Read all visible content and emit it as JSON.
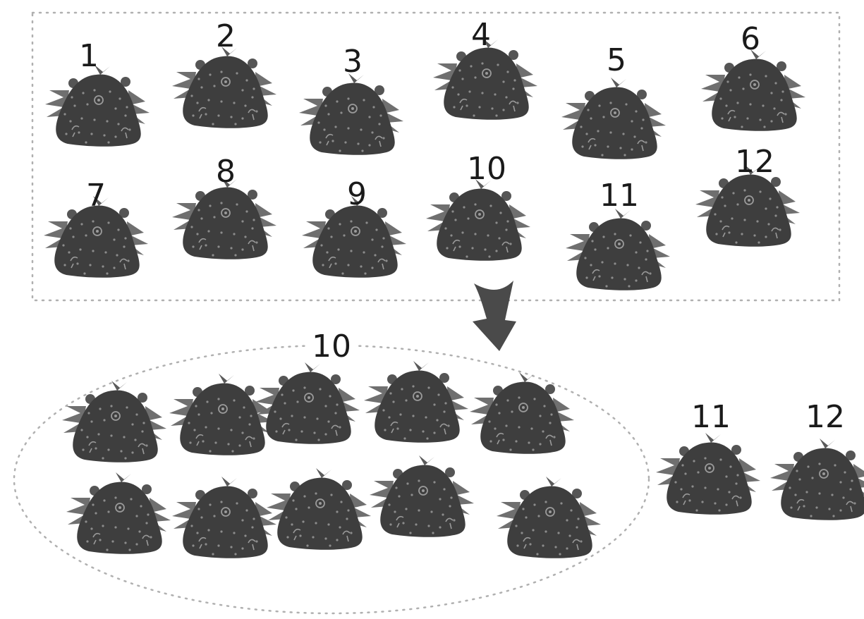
{
  "top_group": {
    "labels": [
      "1",
      "2",
      "3",
      "4",
      "5",
      "6",
      "7",
      "8",
      "9",
      "10",
      "11",
      "12"
    ]
  },
  "bottom_group": {
    "count_label": "10",
    "item_count": 10
  },
  "remaining": {
    "labels": [
      "11",
      "12"
    ]
  },
  "colors": {
    "strawberry_body": "#3e3e3e",
    "seed": "#8c8c8c",
    "leaf": "#6f6f6f",
    "arrow": "#4a4a4a",
    "dotted_border": "#b0b0b0"
  },
  "icons": {
    "item": "strawberry-icon",
    "arrow": "down-arrow-icon"
  }
}
